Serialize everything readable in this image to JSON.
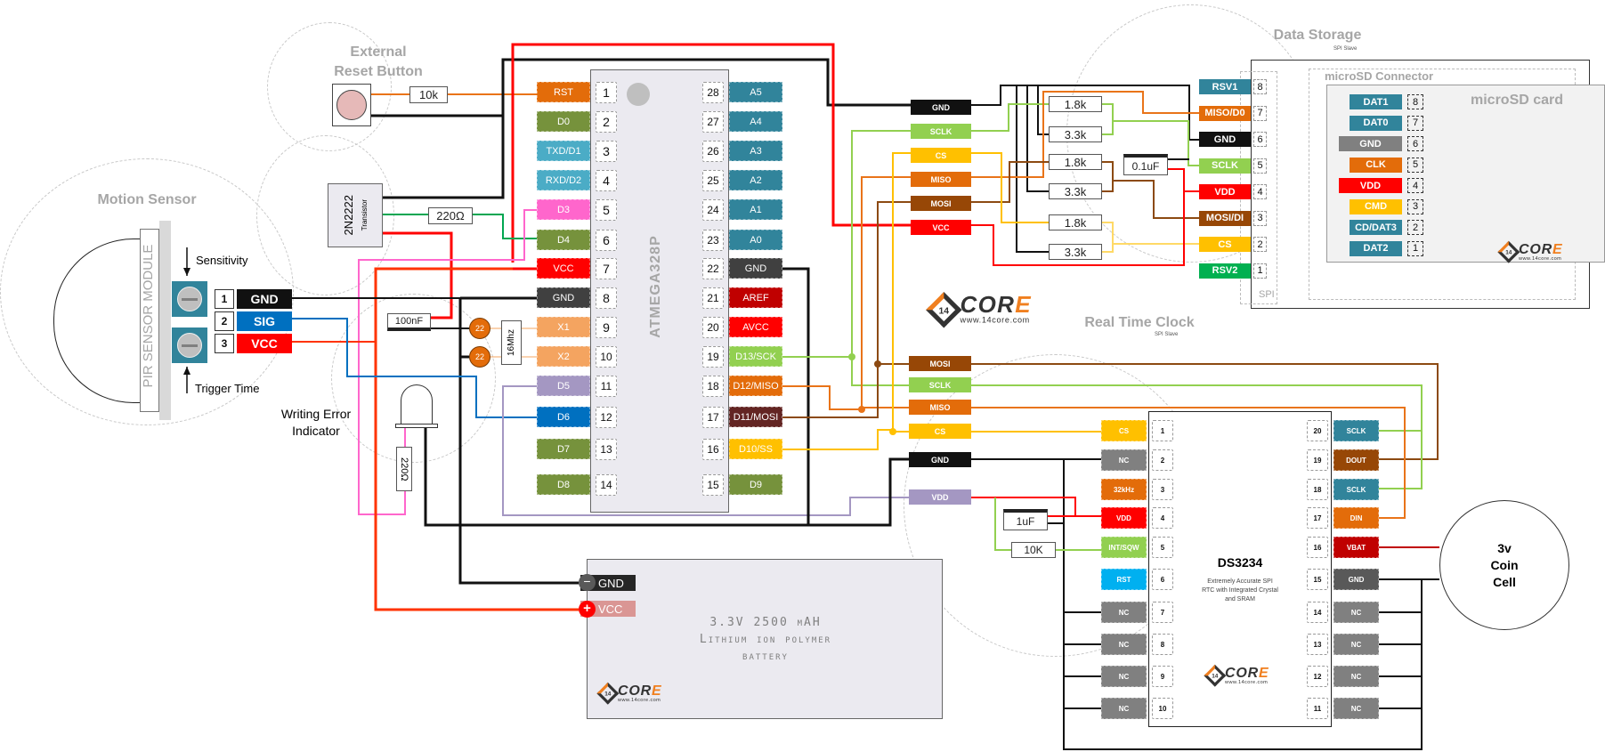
{
  "colors": {
    "gnd": "#111111",
    "vcc": "#ff0000",
    "sclk": "#92d050",
    "cs": "#ffc000",
    "miso": "#e97419",
    "mosi": "#8c4a12",
    "teal": "#31849b",
    "olive": "#76923c",
    "pink": "#ff66cc",
    "lav": "#a497c2",
    "blue": "#0070c0"
  },
  "sections": {
    "motion_sensor": "Motion Sensor",
    "external_reset": "External Reset Button",
    "data_storage": "Data Storage",
    "data_storage_sub": "SPI Slave",
    "rtc": "Real Time Clock",
    "rtc_sub": "SPI Slave",
    "writing_error": "Writing Error Indicator"
  },
  "pir": {
    "module_label": "PIR SENSOR MODULE",
    "sensitivity": "Sensitivity",
    "trigger_time": "Trigger Time",
    "pins": [
      {
        "num": "1",
        "label": "GND",
        "color": "#111111"
      },
      {
        "num": "2",
        "label": "SIG",
        "color": "#0070c0"
      },
      {
        "num": "3",
        "label": "VCC",
        "color": "#ff0000"
      }
    ]
  },
  "components": {
    "reset_resistor": "10k",
    "transistor_name": "2N2222",
    "transistor_type": "Transistor",
    "transistor_resistor": "220Ω",
    "cap_100nf": "100nF",
    "cap_22a": "22",
    "cap_22b": "22",
    "crystal": "16Mhz",
    "led_resistor": "220Ω",
    "sd_resistors": [
      "1.8k",
      "3.3k",
      "1.8k",
      "3.3k",
      "1.8k",
      "3.3k"
    ],
    "sd_cap": "0.1uF",
    "rtc_cap": "1uF",
    "rtc_resistor": "10K"
  },
  "mcu": {
    "name": "ATMEGA328P",
    "left_pins": [
      {
        "num": "1",
        "label": "RST",
        "color": "#e36c0a"
      },
      {
        "num": "2",
        "label": "D0",
        "color": "#76923c"
      },
      {
        "num": "3",
        "label": "TXD/D1",
        "color": "#4bacc6"
      },
      {
        "num": "4",
        "label": "RXD/D2",
        "color": "#4bacc6"
      },
      {
        "num": "5",
        "label": "D3",
        "color": "#ff66cc"
      },
      {
        "num": "6",
        "label": "D4",
        "color": "#76923c"
      },
      {
        "num": "7",
        "label": "VCC",
        "color": "#ff0000"
      },
      {
        "num": "8",
        "label": "GND",
        "color": "#404040"
      },
      {
        "num": "9",
        "label": "X1",
        "color": "#f4a460"
      },
      {
        "num": "10",
        "label": "X2",
        "color": "#f4a460"
      },
      {
        "num": "11",
        "label": "D5",
        "color": "#a497c2"
      },
      {
        "num": "12",
        "label": "D6",
        "color": "#0070c0"
      },
      {
        "num": "13",
        "label": "D7",
        "color": "#76923c"
      },
      {
        "num": "14",
        "label": "D8",
        "color": "#76923c"
      }
    ],
    "right_pins": [
      {
        "num": "28",
        "label": "A5",
        "color": "#31849b"
      },
      {
        "num": "27",
        "label": "A4",
        "color": "#31849b"
      },
      {
        "num": "26",
        "label": "A3",
        "color": "#31849b"
      },
      {
        "num": "25",
        "label": "A2",
        "color": "#31849b"
      },
      {
        "num": "24",
        "label": "A1",
        "color": "#31849b"
      },
      {
        "num": "23",
        "label": "A0",
        "color": "#31849b"
      },
      {
        "num": "22",
        "label": "GND",
        "color": "#404040"
      },
      {
        "num": "21",
        "label": "AREF",
        "color": "#c00000"
      },
      {
        "num": "20",
        "label": "AVCC",
        "color": "#ff0000"
      },
      {
        "num": "19",
        "label": "D13/SCK",
        "color": "#92d050"
      },
      {
        "num": "18",
        "label": "D12/MISO",
        "color": "#e36c0a"
      },
      {
        "num": "17",
        "label": "D11/MOSI",
        "color": "#632523"
      },
      {
        "num": "16",
        "label": "D10/SS",
        "color": "#ffc000"
      },
      {
        "num": "15",
        "label": "D9",
        "color": "#76923c"
      }
    ]
  },
  "sd_bus_tags": [
    {
      "label": "GND",
      "color": "#111111"
    },
    {
      "label": "SCLK",
      "color": "#92d050"
    },
    {
      "label": "CS",
      "color": "#ffc000"
    },
    {
      "label": "MISO",
      "color": "#e36c0a"
    },
    {
      "label": "MOSI",
      "color": "#974706"
    },
    {
      "label": "VCC",
      "color": "#ff0000"
    }
  ],
  "sd_connector": {
    "title": "microSD Connector",
    "card": "microSD card",
    "spi_label": "SPI",
    "pins": [
      {
        "num": "8",
        "label": "RSV1",
        "color": "#31849b"
      },
      {
        "num": "7",
        "label": "MISO/D0",
        "color": "#e36c0a"
      },
      {
        "num": "6",
        "label": "GND",
        "color": "#111111"
      },
      {
        "num": "5",
        "label": "SCLK",
        "color": "#92d050"
      },
      {
        "num": "4",
        "label": "VDD",
        "color": "#ff0000"
      },
      {
        "num": "3",
        "label": "MOSI/DI",
        "color": "#974706"
      },
      {
        "num": "2",
        "label": "CS",
        "color": "#ffc000"
      },
      {
        "num": "1",
        "label": "RSV2",
        "color": "#00b050"
      }
    ],
    "card_pins": [
      {
        "num": "8",
        "label": "DAT1",
        "color": "#31849b"
      },
      {
        "num": "7",
        "label": "DAT0",
        "color": "#31849b"
      },
      {
        "num": "6",
        "label": "GND",
        "color": "#808080"
      },
      {
        "num": "5",
        "label": "CLK",
        "color": "#e36c0a"
      },
      {
        "num": "4",
        "label": "VDD",
        "color": "#ff0000"
      },
      {
        "num": "3",
        "label": "CMD",
        "color": "#ffc000"
      },
      {
        "num": "2",
        "label": "CD/DAT3",
        "color": "#31849b"
      },
      {
        "num": "1",
        "label": "DAT2",
        "color": "#31849b"
      }
    ]
  },
  "rtc_bus_tags": [
    {
      "label": "MOSI",
      "color": "#974706"
    },
    {
      "label": "SCLK",
      "color": "#92d050"
    },
    {
      "label": "MISO",
      "color": "#e36c0a"
    },
    {
      "label": "CS",
      "color": "#ffc000"
    },
    {
      "label": "GND",
      "color": "#111111"
    },
    {
      "label": "VDD",
      "color": "#a497c2"
    }
  ],
  "rtc": {
    "name": "DS3234",
    "description": "Extremely Accurate SPI RTC with Integrated Crystal and SRAM",
    "left_pins": [
      {
        "num": "1",
        "label": "CS",
        "color": "#ffc000"
      },
      {
        "num": "2",
        "label": "NC",
        "color": "#808080"
      },
      {
        "num": "3",
        "label": "32kHz",
        "color": "#e36c0a"
      },
      {
        "num": "4",
        "label": "VDD",
        "color": "#ff0000"
      },
      {
        "num": "5",
        "label": "INT/SQW",
        "color": "#92d050"
      },
      {
        "num": "6",
        "label": "RST",
        "color": "#00b0f0"
      },
      {
        "num": "7",
        "label": "NC",
        "color": "#808080"
      },
      {
        "num": "8",
        "label": "NC",
        "color": "#808080"
      },
      {
        "num": "9",
        "label": "NC",
        "color": "#808080"
      },
      {
        "num": "10",
        "label": "NC",
        "color": "#808080"
      }
    ],
    "right_pins": [
      {
        "num": "20",
        "label": "SCLK",
        "color": "#31849b"
      },
      {
        "num": "19",
        "label": "DOUT",
        "color": "#974706"
      },
      {
        "num": "18",
        "label": "SCLK",
        "color": "#31849b"
      },
      {
        "num": "17",
        "label": "DIN",
        "color": "#e36c0a"
      },
      {
        "num": "16",
        "label": "VBAT",
        "color": "#c00000"
      },
      {
        "num": "15",
        "label": "GND",
        "color": "#595959"
      },
      {
        "num": "14",
        "label": "NC",
        "color": "#808080"
      },
      {
        "num": "13",
        "label": "NC",
        "color": "#808080"
      },
      {
        "num": "12",
        "label": "NC",
        "color": "#808080"
      },
      {
        "num": "11",
        "label": "NC",
        "color": "#808080"
      }
    ]
  },
  "coin_cell": {
    "line1": "3v",
    "line2": "Coin",
    "line3": "Cell"
  },
  "battery": {
    "gnd": "GND",
    "vcc": "VCC",
    "line1": "3.3V 2500 mAH",
    "line2": "Lithium ion polymer",
    "line3": "battery"
  },
  "logo": {
    "brand": "COR",
    "brand_tail": "E",
    "url": "www.14core.com",
    "mark": "14"
  }
}
